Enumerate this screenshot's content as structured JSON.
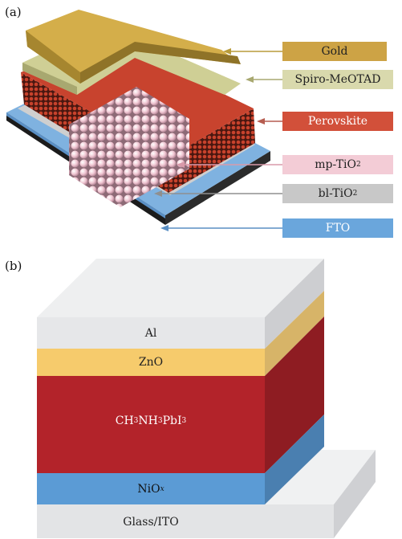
{
  "panel_a": {
    "label": "(a)",
    "tags": {
      "gold": "Gold",
      "spiro": "Spiro-MeOTAD",
      "perovskite": "Perovskite",
      "mp_tio2_prefix": "mp-TiO",
      "mp_tio2_sub": "2",
      "bl_tio2_prefix": "bl-TiO",
      "bl_tio2_sub": "2",
      "fto": "FTO"
    }
  },
  "panel_b": {
    "label": "(b)",
    "layers": {
      "al": "Al",
      "zno": "ZnO",
      "perovskite_parts": [
        "CH",
        "3",
        "NH",
        "3",
        "PbI",
        "3"
      ],
      "nio_prefix": "NiO",
      "nio_sub": "x",
      "glass_ito": "Glass/ITO"
    }
  },
  "colors": {
    "gold": "#c9a53f",
    "spiro": "#d8d6a6",
    "perovskite": "#d2503a",
    "mp_tio2": "#f2c9d3",
    "bl_tio2": "#c9c9c9",
    "fto": "#6aa6dc",
    "b_al": "#e6e7e9",
    "b_zno": "#f6cb6c",
    "b_perovskite": "#b3232a",
    "b_nio": "#5b9bd5",
    "b_glass": "#e5e6e8"
  }
}
